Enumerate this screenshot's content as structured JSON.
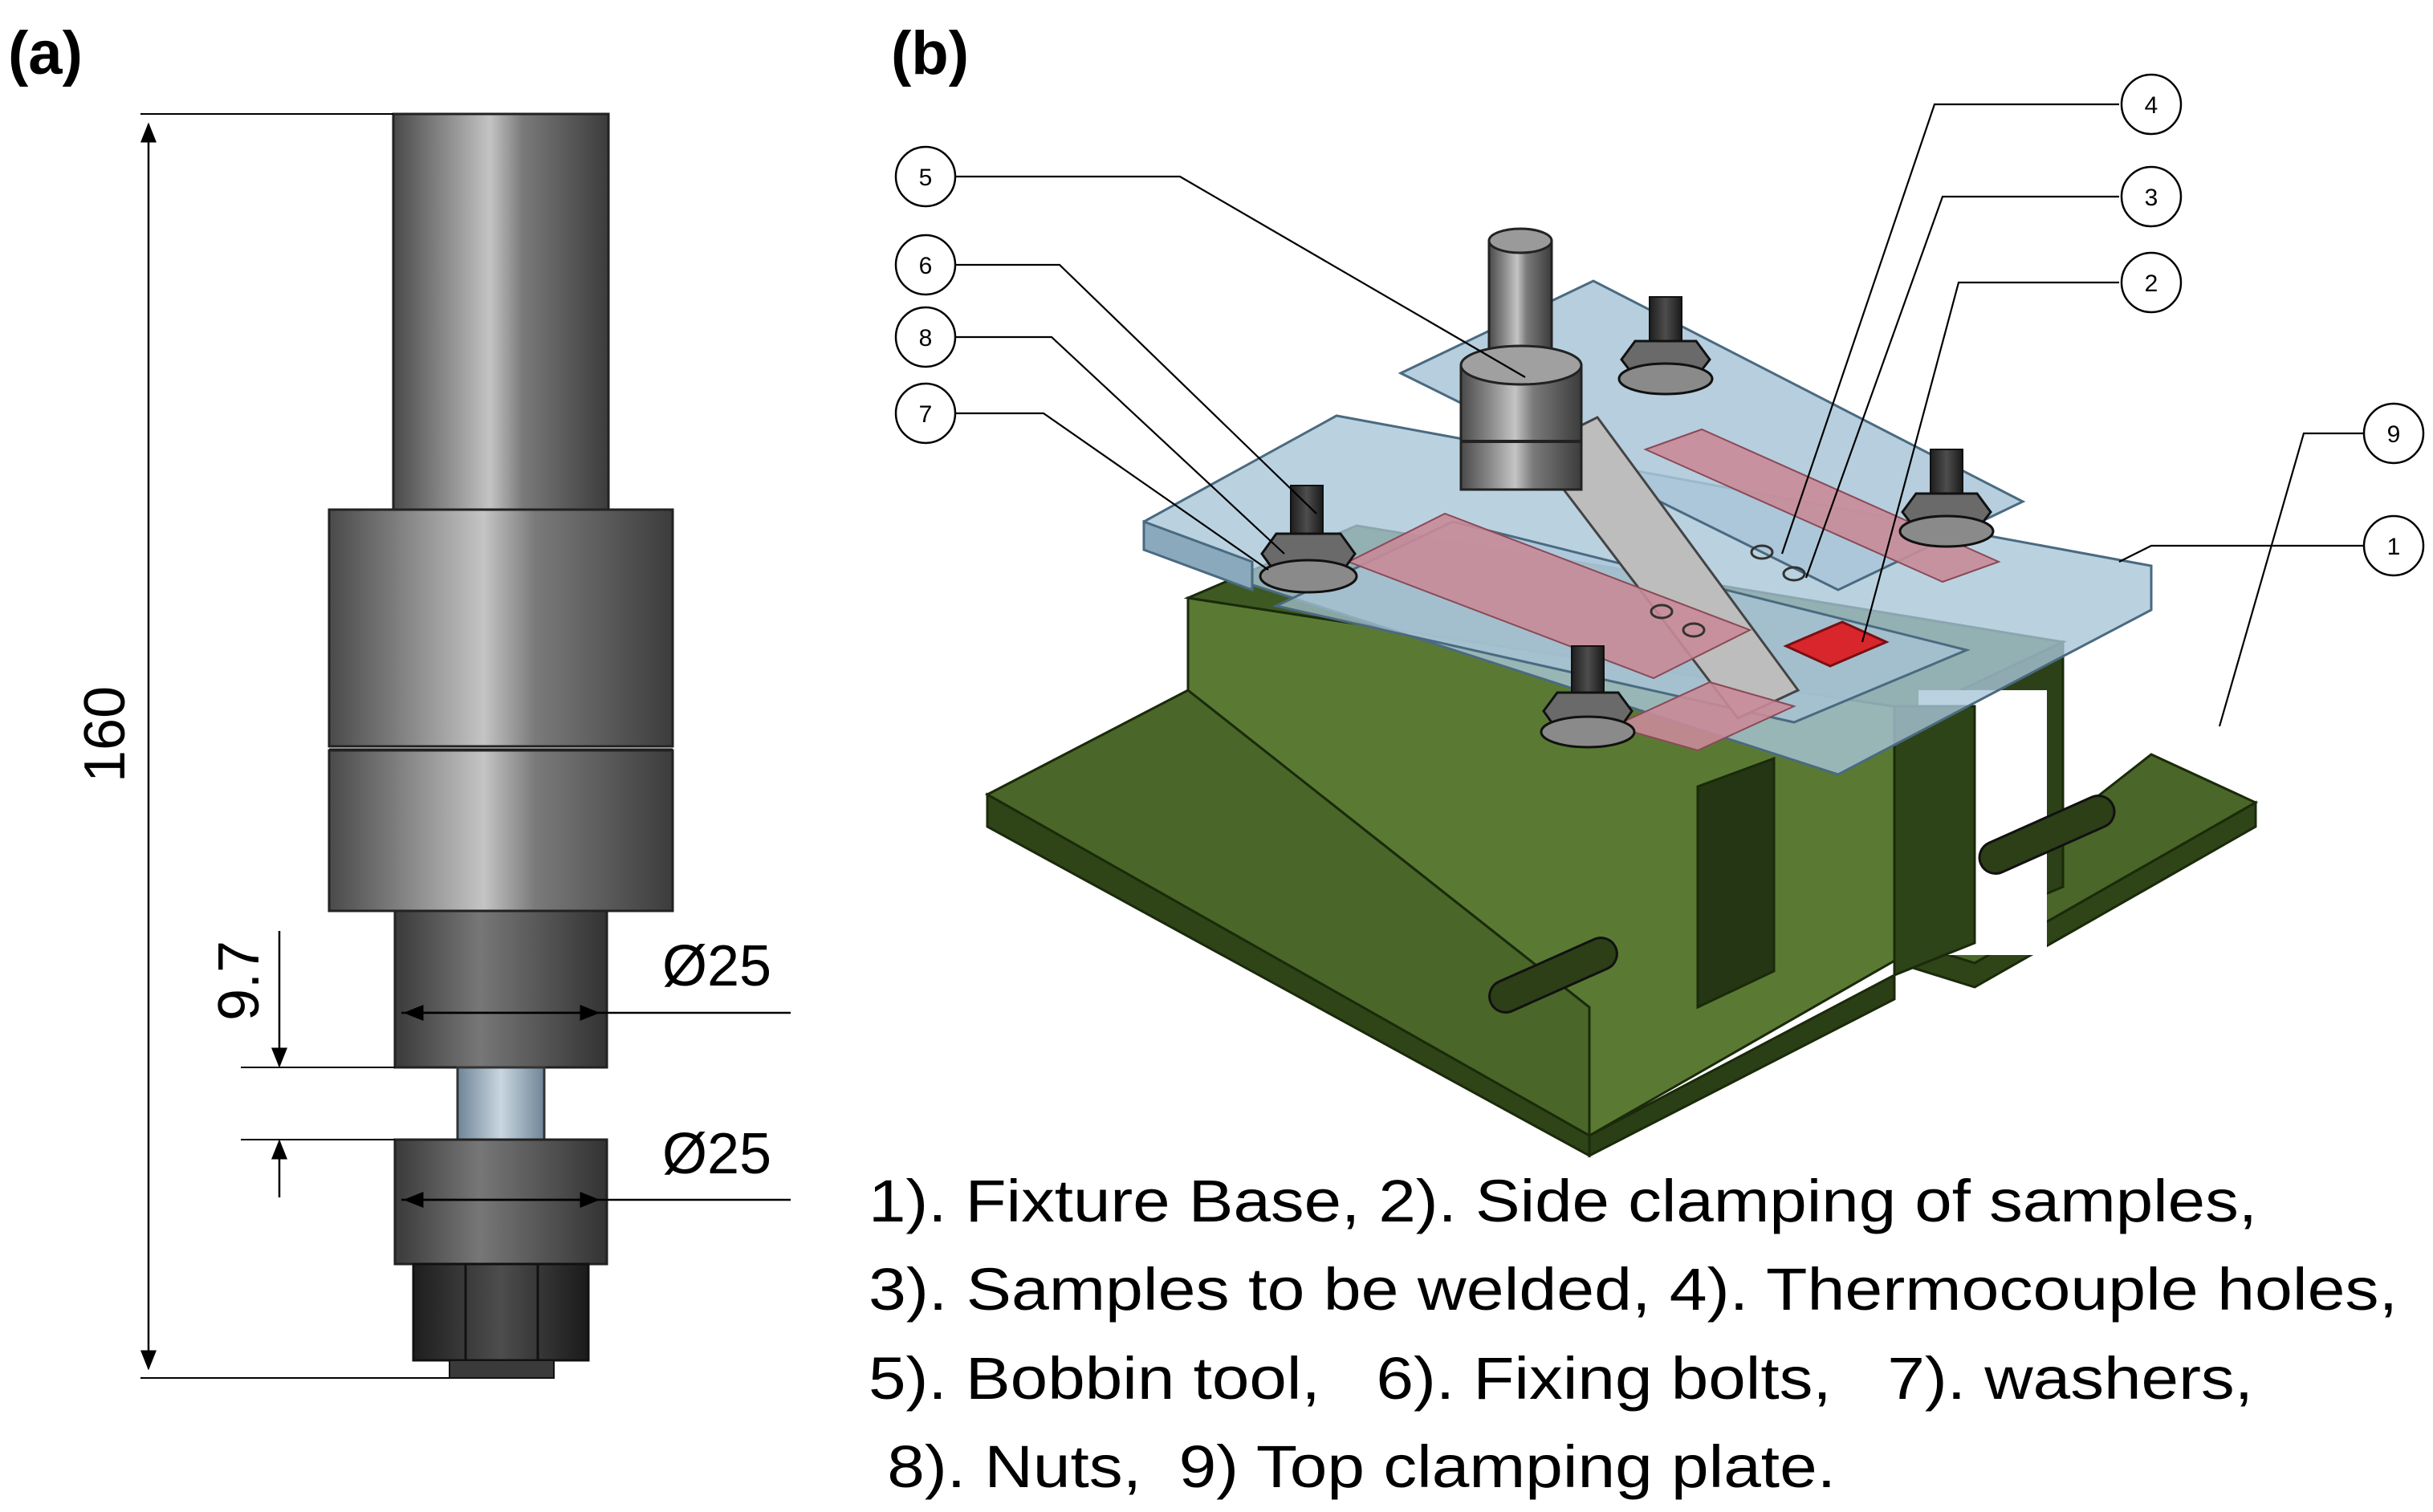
{
  "panels": {
    "a_label": "(a)",
    "b_label": "(b)"
  },
  "dimensions": {
    "overall_length": "160",
    "pin_gap": "9.7",
    "upper_shoulder_dia": "Ø25",
    "lower_shoulder_dia": "Ø25"
  },
  "callouts": [
    {
      "num": "1",
      "part": "Fixture Base"
    },
    {
      "num": "2",
      "part": "Side clamping of samples"
    },
    {
      "num": "3",
      "part": "Samples to be welded"
    },
    {
      "num": "4",
      "part": "Thermocouple holes"
    },
    {
      "num": "5",
      "part": "Bobbin tool"
    },
    {
      "num": "6",
      "part": "Fixing bolts"
    },
    {
      "num": "7",
      "part": "washers"
    },
    {
      "num": "8",
      "part": "Nuts"
    },
    {
      "num": "9",
      "part": "Top clamping plate"
    }
  ],
  "legend_lines": [
    "1). Fixture Base, 2). Side clamping of samples,",
    "3). Samples to be welded, 4). Thermocouple holes,",
    "5). Bobbin tool,   6). Fixing bolts,   7). washers,",
    " 8). Nuts,  9) Top clamping plate."
  ],
  "colors": {
    "base_green": "#4f6b2c",
    "plate_blue": "#a9c6d8",
    "sample_pink": "#c98b98",
    "side_clamp_red": "#d8262c",
    "metal_gray": "#6f6f6f"
  }
}
